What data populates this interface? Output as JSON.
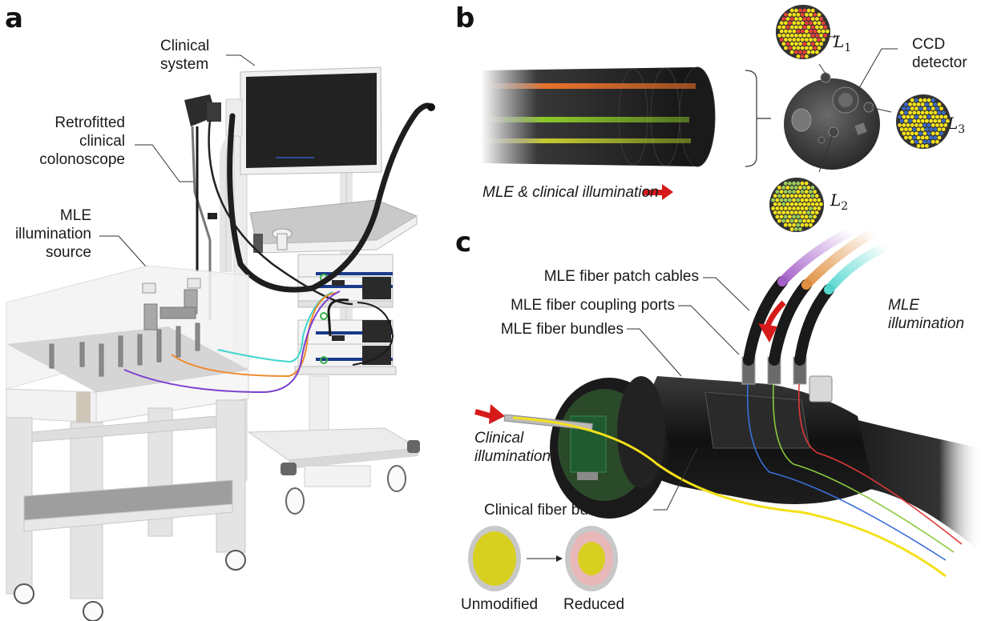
{
  "panels": {
    "a": {
      "letter": "a",
      "labels": {
        "clinical_system": [
          "Clinical",
          "system"
        ],
        "colonoscope": [
          "Retrofitted",
          "clinical",
          "colonoscope"
        ],
        "mle_source": [
          "MLE",
          "illumination",
          "source"
        ]
      },
      "fiber_colors": {
        "cyan": "#3fd6cf",
        "orange": "#f08a2a",
        "purple": "#7a3fd0"
      }
    },
    "b": {
      "letter": "b",
      "illumination_label": "MLE & clinical illumination",
      "ccd_label": [
        "CCD",
        "detector"
      ],
      "light_ports": [
        {
          "symbol": "L",
          "subscript": "1",
          "accent": "#e8413a"
        },
        {
          "symbol": "L",
          "subscript": "2",
          "accent": "#9acd5a"
        },
        {
          "symbol": "L",
          "subscript": "3",
          "accent": "#3c6bc0"
        }
      ],
      "fiber_fill": "#f5e21a"
    },
    "c": {
      "letter": "c",
      "labels": {
        "patch_cables": "MLE fiber patch cables",
        "coupling_ports": "MLE fiber coupling ports",
        "fiber_bundles": "MLE fiber bundles",
        "clinical_illumination": [
          "Clinical",
          "illumination"
        ],
        "mle_illumination": [
          "MLE",
          "illumination"
        ],
        "clinical_fiber_bundle": "Clinical fiber bundle",
        "unmodified": "Unmodified",
        "reduced": "Reduced"
      },
      "cable_colors": {
        "purple": "#a45fc8",
        "orange": "#e09040",
        "cyan": "#55d8d0"
      },
      "fiber_colors": {
        "yellow": "#f4e01a",
        "blue": "#3a6fd8",
        "green": "#8ac840",
        "red": "#e03a3a"
      },
      "arrow_color": "#d61a1a"
    }
  }
}
